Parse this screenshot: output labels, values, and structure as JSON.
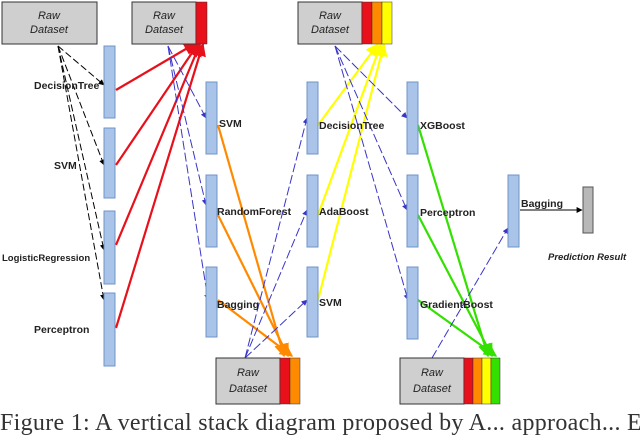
{
  "datasets": {
    "d1": {
      "line1": "Raw",
      "line2": "Dataset"
    },
    "d2": {
      "line1": "Raw",
      "line2": "Dataset"
    },
    "d3": {
      "line1": "Raw",
      "line2": "Dataset"
    },
    "d4": {
      "line1": "Raw",
      "line2": "Dataset"
    },
    "d5": {
      "line1": "Raw",
      "line2": "Dataset"
    }
  },
  "layer1": {
    "decisiontree": "DecisionTree",
    "svm": "SVM",
    "logistic": "LogisticRegression",
    "perceptron": "Perceptron"
  },
  "layer2": {
    "svm": "SVM",
    "randomforest": "RandomForest",
    "bagging": "Bagging"
  },
  "layer3": {
    "decisiontree": "DecisionTree",
    "adaboost": "AdaBoost",
    "svm": "SVM"
  },
  "layer4": {
    "xgboost": "XGBoost",
    "perceptron": "Perceptron",
    "gradientboost": "GradientBoost"
  },
  "layer5": {
    "bagging": "Bagging"
  },
  "output": {
    "label": "Prediction Result"
  },
  "caption": "Figure 1: A vertical stack diagram proposed by A... approach... E...",
  "colors": {
    "red": "#e8101a",
    "orange": "#ff8a00",
    "yellow": "#ffff00",
    "green": "#33e000",
    "blue": "#3a35c8",
    "black": "#000000",
    "bar": "#a9c4e8",
    "bar_edge": "#6f93c8",
    "dataset_bg": "#cfcfcf"
  }
}
